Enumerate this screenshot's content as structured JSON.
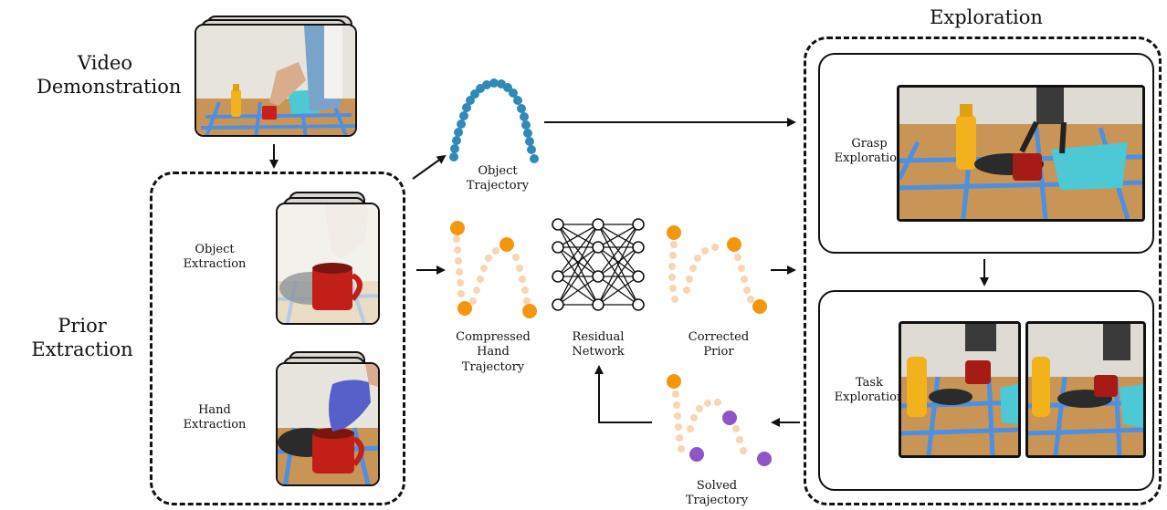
{
  "labels": {
    "video_demo": "Video\nDemonstration",
    "prior_extraction": "Prior\nExtraction",
    "exploration": "Exploration",
    "object_extraction": "Object\nExtraction",
    "hand_extraction": "Hand\nExtraction",
    "object_trajectory": "Object\nTrajectory",
    "compressed_hand_trajectory": "Compressed\nHand\nTrajectory",
    "residual_network": "Residual\nNetwork",
    "corrected_prior": "Corrected\nPrior",
    "solved_trajectory": "Solved\nTrajectory",
    "grasp_exploration": "Grasp\nExploration",
    "task_exploration": "Task\nExploration"
  },
  "colors": {
    "trajectory_blue": "#2f8ab8",
    "keypoint_orange": "#f5960f",
    "faded_orange": "#f6c79a",
    "solver_purple": "#8e55c8",
    "tape_blue": "#4d8fe0",
    "table_wood": "#c99556"
  }
}
